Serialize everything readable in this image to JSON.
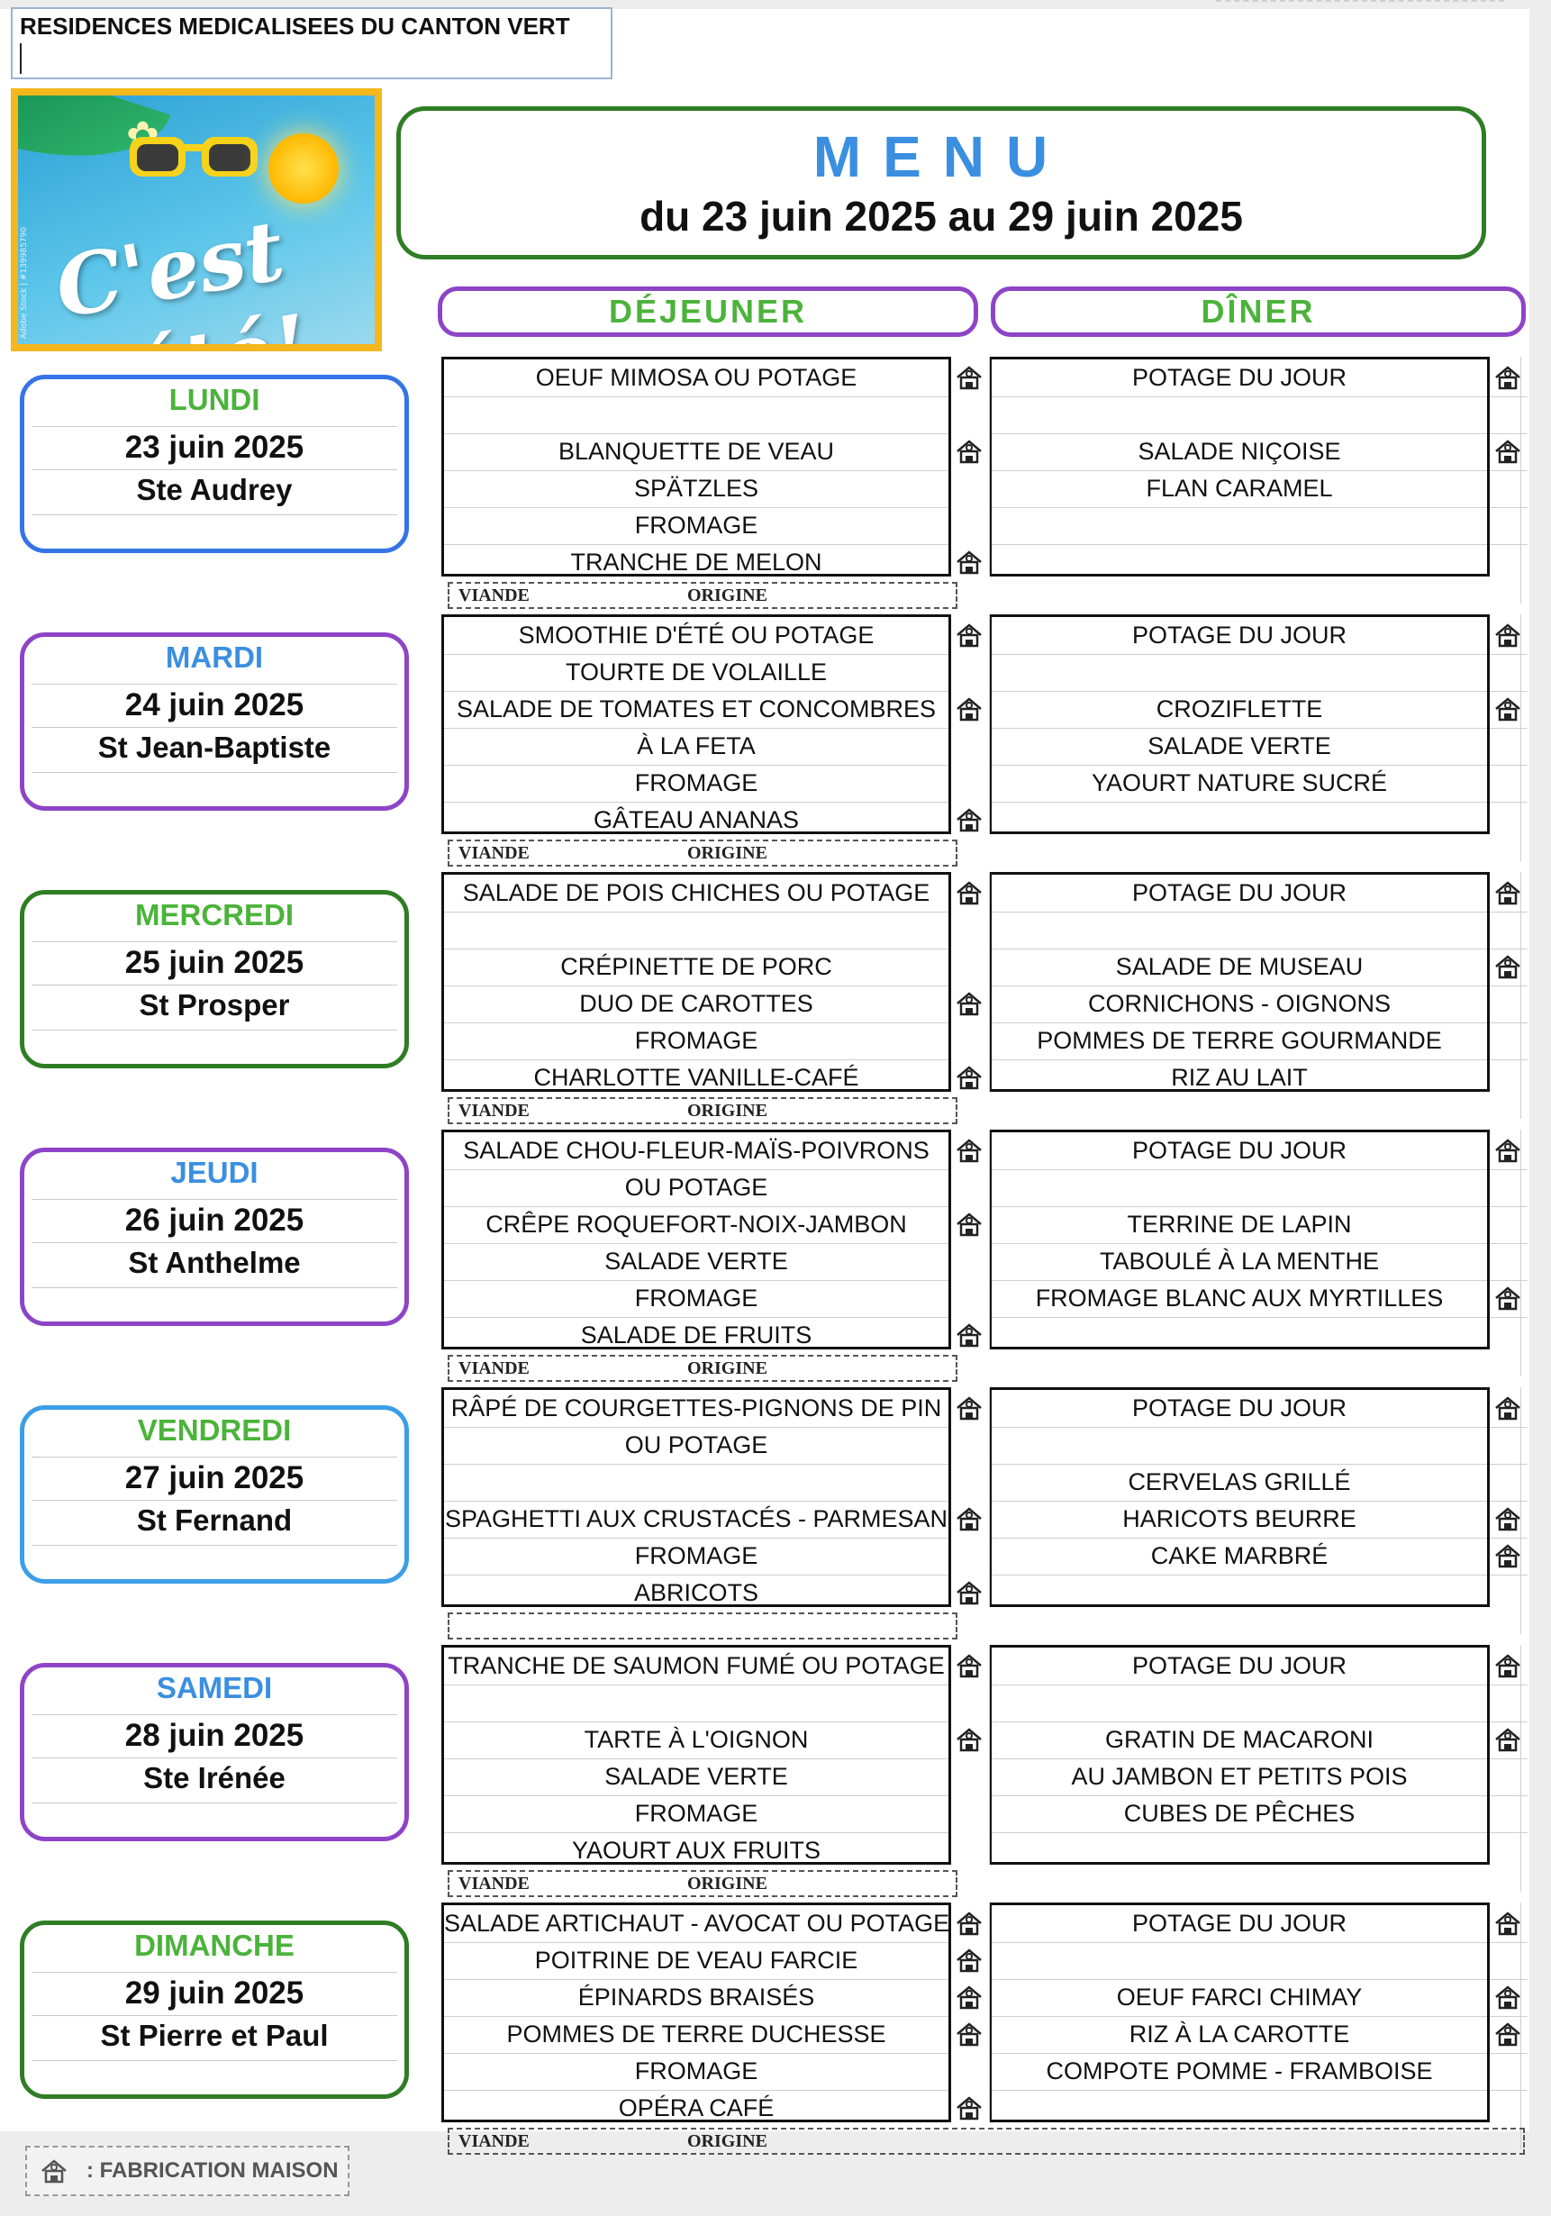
{
  "header": {
    "org_name": "RESIDENCES MEDICALISEES DU CANTON VERT"
  },
  "image": {
    "slogan": "C'est l'été!",
    "credit": "Adobe Stock | #139985790"
  },
  "title": {
    "menu_label": "MENU",
    "date_range": "du 23 juin 2025 au 29 juin 2025"
  },
  "meals": {
    "lunch": "DÉJEUNER",
    "dinner": "DÎNER"
  },
  "strip": {
    "meat": "VIANDE",
    "origin": "ORIGINE"
  },
  "legend": {
    "label": ": FABRICATION MAISON"
  },
  "colors": {
    "blue": "#3574e6",
    "purple": "#8e44c7",
    "green": "#2f7d24",
    "lightblue": "#3b9ee8",
    "name_blue": "#3b8fe0",
    "name_green": "#4bb33a"
  },
  "days": [
    {
      "name": "LUNDI",
      "date": "23 juin 2025",
      "saint": "Ste Audrey",
      "border": "#3574e6",
      "name_color": "#4bb33a",
      "lunch": [
        "OEUF MIMOSA OU POTAGE",
        "",
        "BLANQUETTE DE VEAU",
        "SPÄTZLES",
        "FROMAGE",
        "TRANCHE DE MELON"
      ],
      "lunch_icons": [
        true,
        false,
        true,
        false,
        false,
        true
      ],
      "dinner": [
        "POTAGE DU JOUR",
        "",
        "SALADE NIÇOISE",
        "FLAN CARAMEL",
        "",
        ""
      ],
      "dinner_icons": [
        true,
        false,
        true,
        false,
        false,
        false
      ],
      "strip": true
    },
    {
      "name": "MARDI",
      "date": "24 juin 2025",
      "saint": "St Jean-Baptiste",
      "border": "#8e44c7",
      "name_color": "#3b8fe0",
      "lunch": [
        "SMOOTHIE D'ÉTÉ OU POTAGE",
        "TOURTE DE VOLAILLE",
        "SALADE DE TOMATES ET CONCOMBRES",
        "À LA FETA",
        "FROMAGE",
        "GÂTEAU ANANAS"
      ],
      "lunch_icons": [
        true,
        false,
        true,
        false,
        false,
        true
      ],
      "dinner": [
        "POTAGE DU JOUR",
        "",
        "CROZIFLETTE",
        "SALADE VERTE",
        "YAOURT NATURE SUCRÉ",
        ""
      ],
      "dinner_icons": [
        true,
        false,
        true,
        false,
        false,
        false
      ],
      "strip": true
    },
    {
      "name": "MERCREDI",
      "date": "25 juin 2025",
      "saint": "St Prosper",
      "border": "#2f7d24",
      "name_color": "#4bb33a",
      "lunch": [
        "SALADE DE POIS CHICHES OU POTAGE",
        "",
        "CRÉPINETTE DE PORC",
        "DUO DE CAROTTES",
        "FROMAGE",
        "CHARLOTTE VANILLE-CAFÉ"
      ],
      "lunch_icons": [
        true,
        false,
        false,
        true,
        false,
        true
      ],
      "dinner": [
        "POTAGE DU JOUR",
        "",
        "SALADE DE MUSEAU",
        "CORNICHONS - OIGNONS",
        "POMMES DE TERRE GOURMANDE",
        "RIZ AU LAIT"
      ],
      "dinner_icons": [
        true,
        false,
        true,
        false,
        false,
        false
      ],
      "strip": true
    },
    {
      "name": "JEUDI",
      "date": "26 juin 2025",
      "saint": "St Anthelme",
      "border": "#8e44c7",
      "name_color": "#3b8fe0",
      "lunch": [
        "SALADE CHOU-FLEUR-MAÏS-POIVRONS",
        "OU POTAGE",
        "CRÊPE ROQUEFORT-NOIX-JAMBON",
        "SALADE VERTE",
        "FROMAGE",
        "SALADE DE FRUITS"
      ],
      "lunch_icons": [
        true,
        false,
        true,
        false,
        false,
        true
      ],
      "dinner": [
        "POTAGE DU JOUR",
        "",
        "TERRINE DE LAPIN",
        "TABOULÉ À LA MENTHE",
        "FROMAGE BLANC AUX MYRTILLES",
        ""
      ],
      "dinner_icons": [
        true,
        false,
        false,
        false,
        true,
        false
      ],
      "strip": true
    },
    {
      "name": "VENDREDI",
      "date": "27 juin 2025",
      "saint": "St Fernand",
      "border": "#3b9ee8",
      "name_color": "#4bb33a",
      "lunch": [
        "RÂPÉ DE COURGETTES-PIGNONS DE PIN",
        "OU POTAGE",
        "",
        "SPAGHETTI AUX CRUSTACÉS - PARMESAN",
        "FROMAGE",
        "ABRICOTS"
      ],
      "lunch_icons": [
        true,
        false,
        false,
        true,
        false,
        true
      ],
      "dinner": [
        "POTAGE DU JOUR",
        "",
        "CERVELAS GRILLÉ",
        "HARICOTS BEURRE",
        "CAKE MARBRÉ",
        ""
      ],
      "dinner_icons": [
        true,
        false,
        false,
        true,
        true,
        false
      ],
      "strip": false
    },
    {
      "name": "SAMEDI",
      "date": "28 juin 2025",
      "saint": "Ste Irénée",
      "border": "#8e44c7",
      "name_color": "#3b8fe0",
      "lunch": [
        "TRANCHE DE SAUMON FUMÉ OU POTAGE",
        "",
        "TARTE À L'OIGNON",
        "SALADE VERTE",
        "FROMAGE",
        "YAOURT AUX FRUITS"
      ],
      "lunch_icons": [
        true,
        false,
        true,
        false,
        false,
        false
      ],
      "dinner": [
        "POTAGE DU JOUR",
        "",
        "GRATIN DE MACARONI",
        "AU JAMBON ET PETITS POIS",
        "CUBES DE PÊCHES",
        ""
      ],
      "dinner_icons": [
        true,
        false,
        true,
        false,
        false,
        false
      ],
      "strip": true
    },
    {
      "name": "DIMANCHE",
      "date": "29 juin 2025",
      "saint": "St Pierre et Paul",
      "border": "#2f7d24",
      "name_color": "#4bb33a",
      "lunch": [
        "SALADE ARTICHAUT - AVOCAT OU POTAGE",
        "POITRINE DE VEAU FARCIE",
        "ÉPINARDS BRAISÉS",
        "POMMES DE TERRE DUCHESSE",
        "FROMAGE",
        "OPÉRA CAFÉ"
      ],
      "lunch_icons": [
        true,
        true,
        true,
        true,
        false,
        true
      ],
      "dinner": [
        "POTAGE DU JOUR",
        "",
        "OEUF FARCI CHIMAY",
        "RIZ À LA CAROTTE",
        "COMPOTE POMME - FRAMBOISE",
        ""
      ],
      "dinner_icons": [
        true,
        false,
        true,
        true,
        false,
        false
      ],
      "strip": true
    }
  ]
}
